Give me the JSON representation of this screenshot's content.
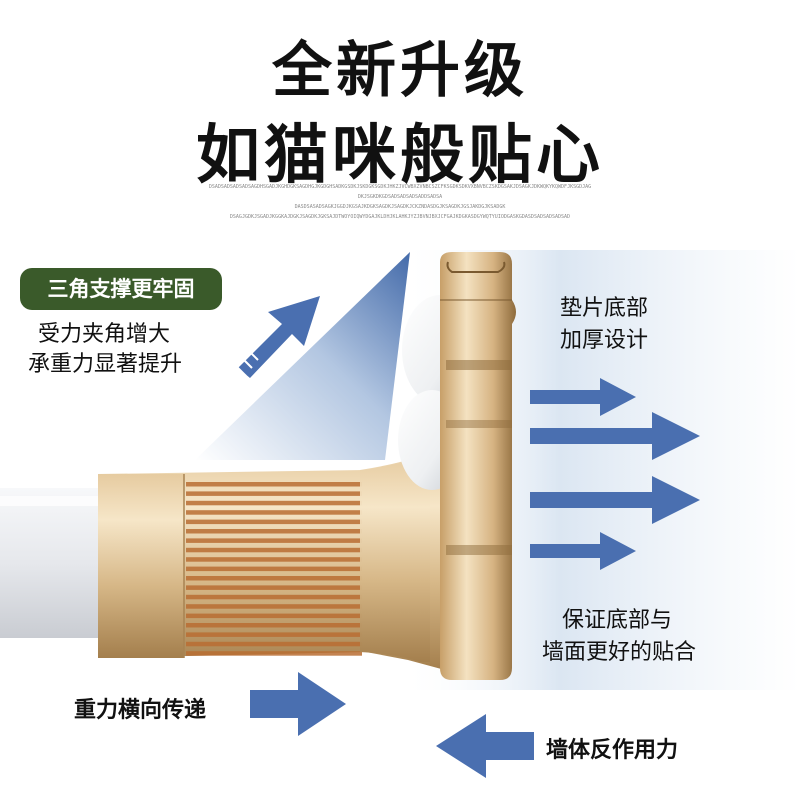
{
  "headline": {
    "line1": "全新升级",
    "line2": "如猫咪般贴心"
  },
  "fine_print": [
    "DSADSADSADSADSAGDHSGADJKGHDGKSAGDHGJKGDGHSADKGSDKJSKDGKSGDKJHKZJVCWBXZVNBCSZCFKSGDKSDKVXBNVBCZSKDGSAKJDSAGKJDKWQKYKQWDFJKSGDJAG",
    "DKJSGKDKGDSADSADSADSADDSADSA",
    "DASDSASADSAGKJGGDJKGSAJKDGKSAGDKJSAGDKJCKZNDASDGJKSAGDKJGSJAKDGJKSADGK",
    "DSAGJGDKJSGADJKGGKAJDGKJSAGDKJGKSAJDTWOYOIQWYDGAJKLDHJKLAHKJYZJBVNJBXJCFGAJKDGKASDGYWQTYUIODGASKGDASDSADSADSADSAD"
  ],
  "badge": "三角支撑更牢固",
  "labels": {
    "force_line1": "受力夹角增大",
    "force_line2": "承重力显著提升",
    "pad_line1": "垫片底部",
    "pad_line2": "加厚设计",
    "fit_line1": "保证底部与",
    "fit_line2": "墙面更好的贴合",
    "gravity": "重力横向传递",
    "wall_reaction": "墙体反作用力"
  },
  "colors": {
    "arrow_blue": "#4a6fb0",
    "badge_green": "#3a5a2a",
    "gold_light": "#f3e0bf",
    "gold_mid": "#d9b98c",
    "gold_dark": "#8b6a3e",
    "copper_groove": "#b86d33",
    "rod_white": "#e9ebee"
  },
  "icons": [
    "arrow-up-right-icon",
    "arrow-right-icon",
    "arrow-left-icon"
  ]
}
